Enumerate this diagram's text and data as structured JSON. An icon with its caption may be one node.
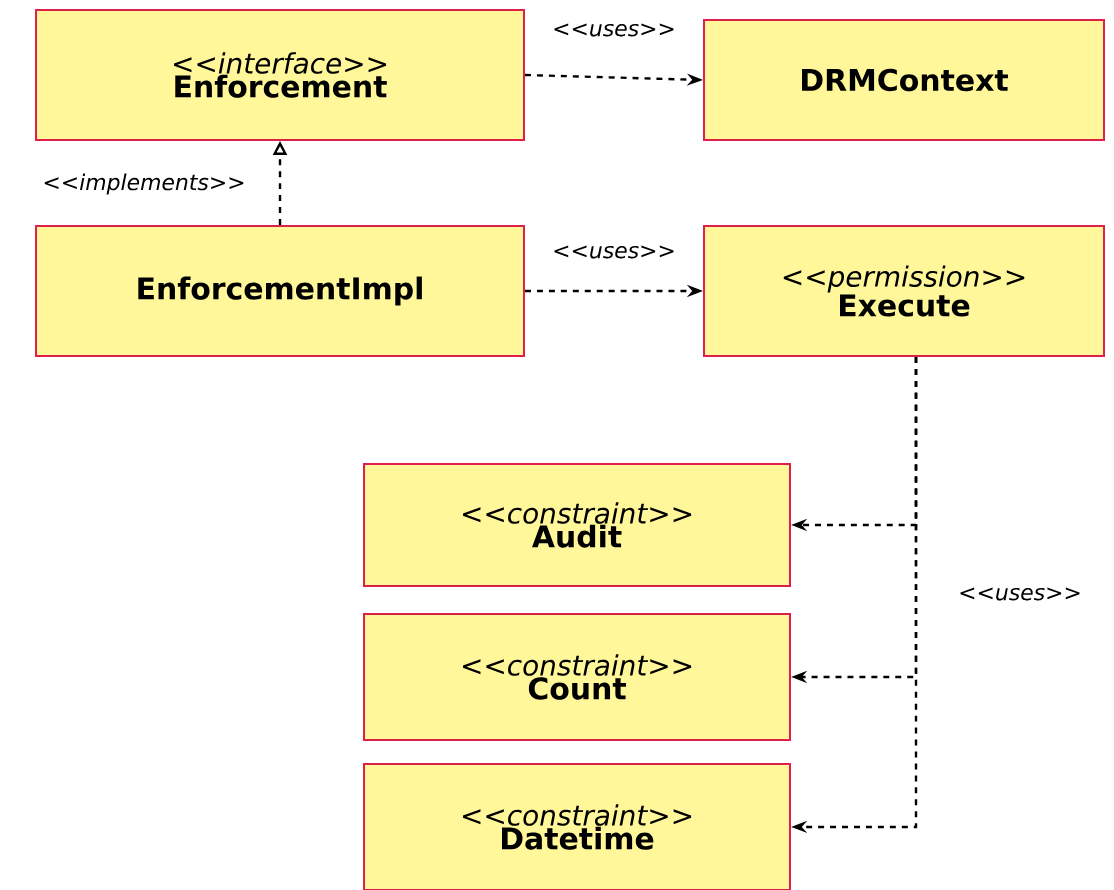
{
  "diagram": {
    "nodes": [
      {
        "text": [
          "<<interface>>",
          "Enforcement"
        ]
      },
      {
        "text": [
          "DRMContext"
        ]
      },
      {
        "text": [
          "EnforcementImpl"
        ]
      },
      {
        "text": [
          "<<permission>>",
          "Execute"
        ]
      },
      {
        "text": [
          "<<constraint>>",
          "Audit"
        ]
      },
      {
        "text": [
          "<<constraint>>",
          "Count"
        ]
      },
      {
        "text": [
          "<<constraint>>",
          "Datetime"
        ]
      }
    ],
    "edges": [
      {
        "from": 0,
        "to": 1,
        "arrow": "to",
        "style": "dashed",
        "label": "<<uses>>"
      },
      {
        "from": 2,
        "to": 0,
        "arrow": "to",
        "style": "dashed",
        "label": "<<implements>>"
      },
      {
        "from": 2,
        "to": 3,
        "arrow": "to",
        "style": "dashed",
        "label": "<<uses>>"
      },
      {
        "from": 3,
        "to": 4,
        "arrow": "to",
        "style": "dashed"
      },
      {
        "from": 3,
        "to": 5,
        "arrow": "to",
        "style": "dashed",
        "label": "<<uses>>"
      },
      {
        "from": 3,
        "to": 6,
        "arrow": "to",
        "style": "dashed"
      }
    ]
  }
}
